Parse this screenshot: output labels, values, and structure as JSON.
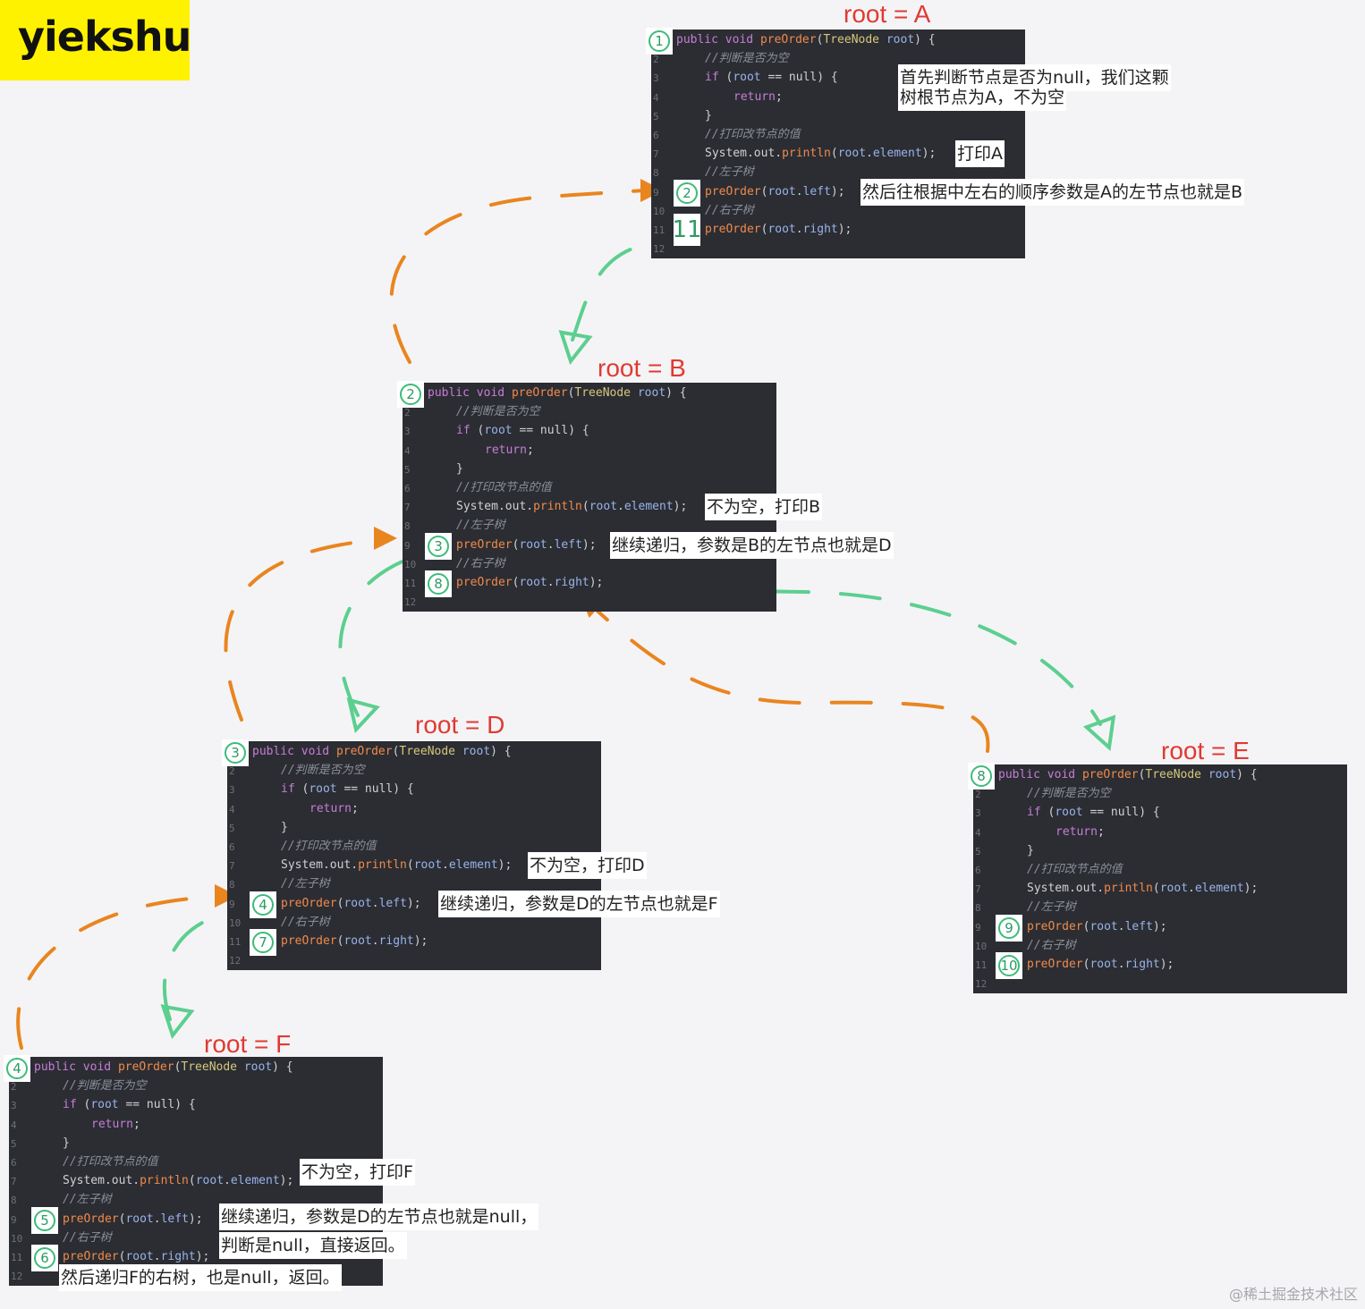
{
  "logo": {
    "text": "yiekshu"
  },
  "watermark": "@稀土掘金技术社区",
  "code_lines": [
    "public void preOrder(TreeNode root) {",
    "//判断是否为空",
    "if (root == null) {",
    "return;",
    "}",
    "//打印改节点的值",
    "System.out.println(root.element);",
    "//左子树",
    "preOrder(root.left);",
    "//右子树",
    "preOrder(root.right);"
  ],
  "line_numbers": [
    "1",
    "2",
    "3",
    "4",
    "5",
    "6",
    "7",
    "8",
    "9",
    "10",
    "11",
    "12"
  ],
  "frames": [
    {
      "id": "A",
      "title": "root = A",
      "badges": [
        {
          "text": "1",
          "line": 1
        },
        {
          "text": "2",
          "line": 9
        },
        {
          "text": "11",
          "line": 11,
          "square": true
        }
      ],
      "notes": [
        {
          "text": "首先判断节点是否为null，我们这颗",
          "line": 3
        },
        {
          "text": "树根节点为A，不为空",
          "line": 4
        },
        {
          "text": "打印A",
          "line": 7
        },
        {
          "text": "然后往根据中左右的顺序参数是A的左节点也就是B",
          "line": 9
        }
      ]
    },
    {
      "id": "B",
      "title": "root = B",
      "badges": [
        {
          "text": "2",
          "line": 1
        },
        {
          "text": "3",
          "line": 9
        },
        {
          "text": "8",
          "line": 11
        }
      ],
      "notes": [
        {
          "text": "不为空，打印B",
          "line": 7
        },
        {
          "text": "继续递归，参数是B的左节点也就是D",
          "line": 9
        }
      ]
    },
    {
      "id": "D",
      "title": "root = D",
      "badges": [
        {
          "text": "3",
          "line": 1
        },
        {
          "text": "4",
          "line": 9
        },
        {
          "text": "7",
          "line": 11
        }
      ],
      "notes": [
        {
          "text": "不为空，打印D",
          "line": 7
        },
        {
          "text": "继续递归，参数是D的左节点也就是F",
          "line": 9
        }
      ]
    },
    {
      "id": "E",
      "title": "root = E",
      "badges": [
        {
          "text": "8",
          "line": 1
        },
        {
          "text": "9",
          "line": 9
        },
        {
          "text": "10",
          "line": 11
        }
      ],
      "notes": []
    },
    {
      "id": "F",
      "title": "root = F",
      "badges": [
        {
          "text": "4",
          "line": 1
        },
        {
          "text": "5",
          "line": 9
        },
        {
          "text": "6",
          "line": 11
        }
      ],
      "notes": [
        {
          "text": "不为空，打印F",
          "line": 6.5
        },
        {
          "text": "继续递归，参数是D的左节点也就是null，",
          "line": 8.9
        },
        {
          "text": "判断是null，直接返回。",
          "line": 10.4
        },
        {
          "text": "然后递归F的右树，也是null，返回。",
          "line": 12.1
        }
      ]
    }
  ],
  "colors": {
    "forward_arrow": "#e9851f",
    "return_arrow": "#5ccf8f",
    "title": "#e03a32",
    "code_bg": "#2b2d33"
  }
}
